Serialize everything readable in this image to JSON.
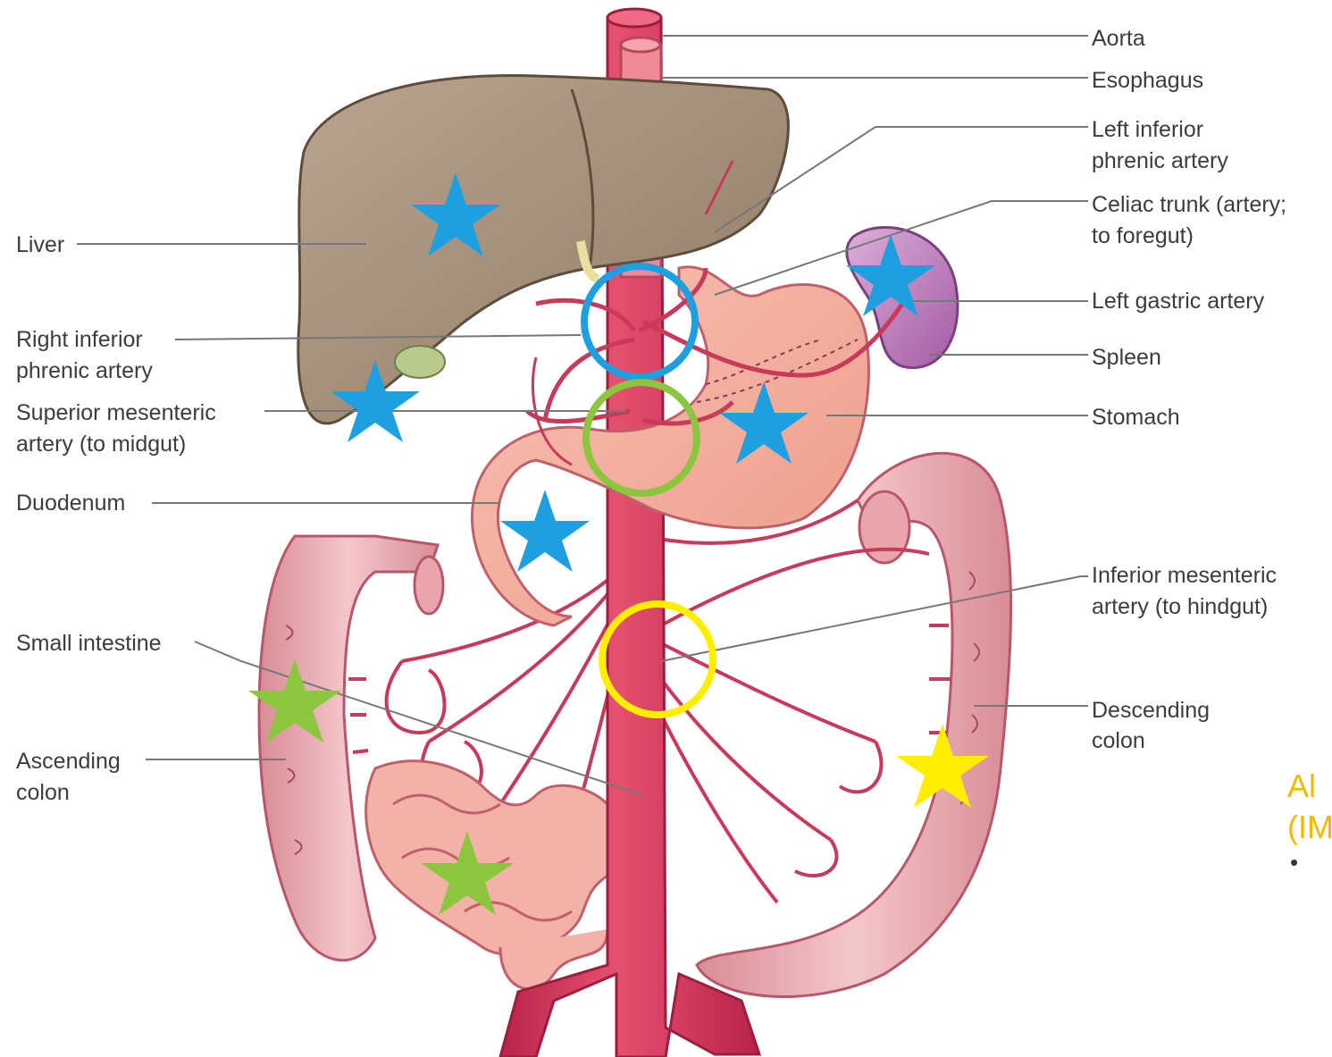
{
  "labels_right": {
    "aorta": "Aorta",
    "esophagus": "Esophagus",
    "left_inferior_phrenic_1": "Left inferior",
    "left_inferior_phrenic_2": "phrenic artery",
    "celiac_1": "Celiac trunk (artery;",
    "celiac_2": "to foregut)",
    "left_gastric": "Left gastric artery",
    "spleen": "Spleen",
    "stomach": "Stomach",
    "ima_1": "Inferior mesenteric",
    "ima_2": "artery (to hindgut)",
    "descending_1": "Descending",
    "descending_2": "colon"
  },
  "labels_left": {
    "liver": "Liver",
    "right_inferior_phrenic_1": "Right inferior",
    "right_inferior_phrenic_2": "phrenic artery",
    "sma_1": "Superior mesenteric",
    "sma_2": "artery (to midgut)",
    "duodenum": "Duodenum",
    "small_intestine": "Small intestine",
    "ascending_1": "Ascending",
    "ascending_2": "colon"
  },
  "slide_fragment": {
    "title_line1": "Al",
    "title_line2": "(IM",
    "bullet": "•"
  },
  "colors": {
    "celiac_marker": "#1ea0e0",
    "sma_marker": "#8cc63f",
    "ima_marker": "#ffee00",
    "slide_title": "#f5b800"
  },
  "markers": [
    {
      "shape": "star",
      "color": "#1ea0e0",
      "organ": "liver"
    },
    {
      "shape": "star",
      "color": "#1ea0e0",
      "organ": "gallbladder"
    },
    {
      "shape": "star",
      "color": "#1ea0e0",
      "organ": "spleen"
    },
    {
      "shape": "star",
      "color": "#1ea0e0",
      "organ": "stomach"
    },
    {
      "shape": "star",
      "color": "#1ea0e0",
      "organ": "duodenum"
    },
    {
      "shape": "star",
      "color": "#8cc63f",
      "organ": "ascending colon"
    },
    {
      "shape": "star",
      "color": "#8cc63f",
      "organ": "small intestine"
    },
    {
      "shape": "star",
      "color": "#ffee00",
      "organ": "descending colon"
    },
    {
      "shape": "circle",
      "color": "#1ea0e0",
      "organ": "celiac trunk"
    },
    {
      "shape": "circle",
      "color": "#8cc63f",
      "organ": "superior mesenteric artery"
    },
    {
      "shape": "circle",
      "color": "#ffee00",
      "organ": "inferior mesenteric artery"
    }
  ]
}
